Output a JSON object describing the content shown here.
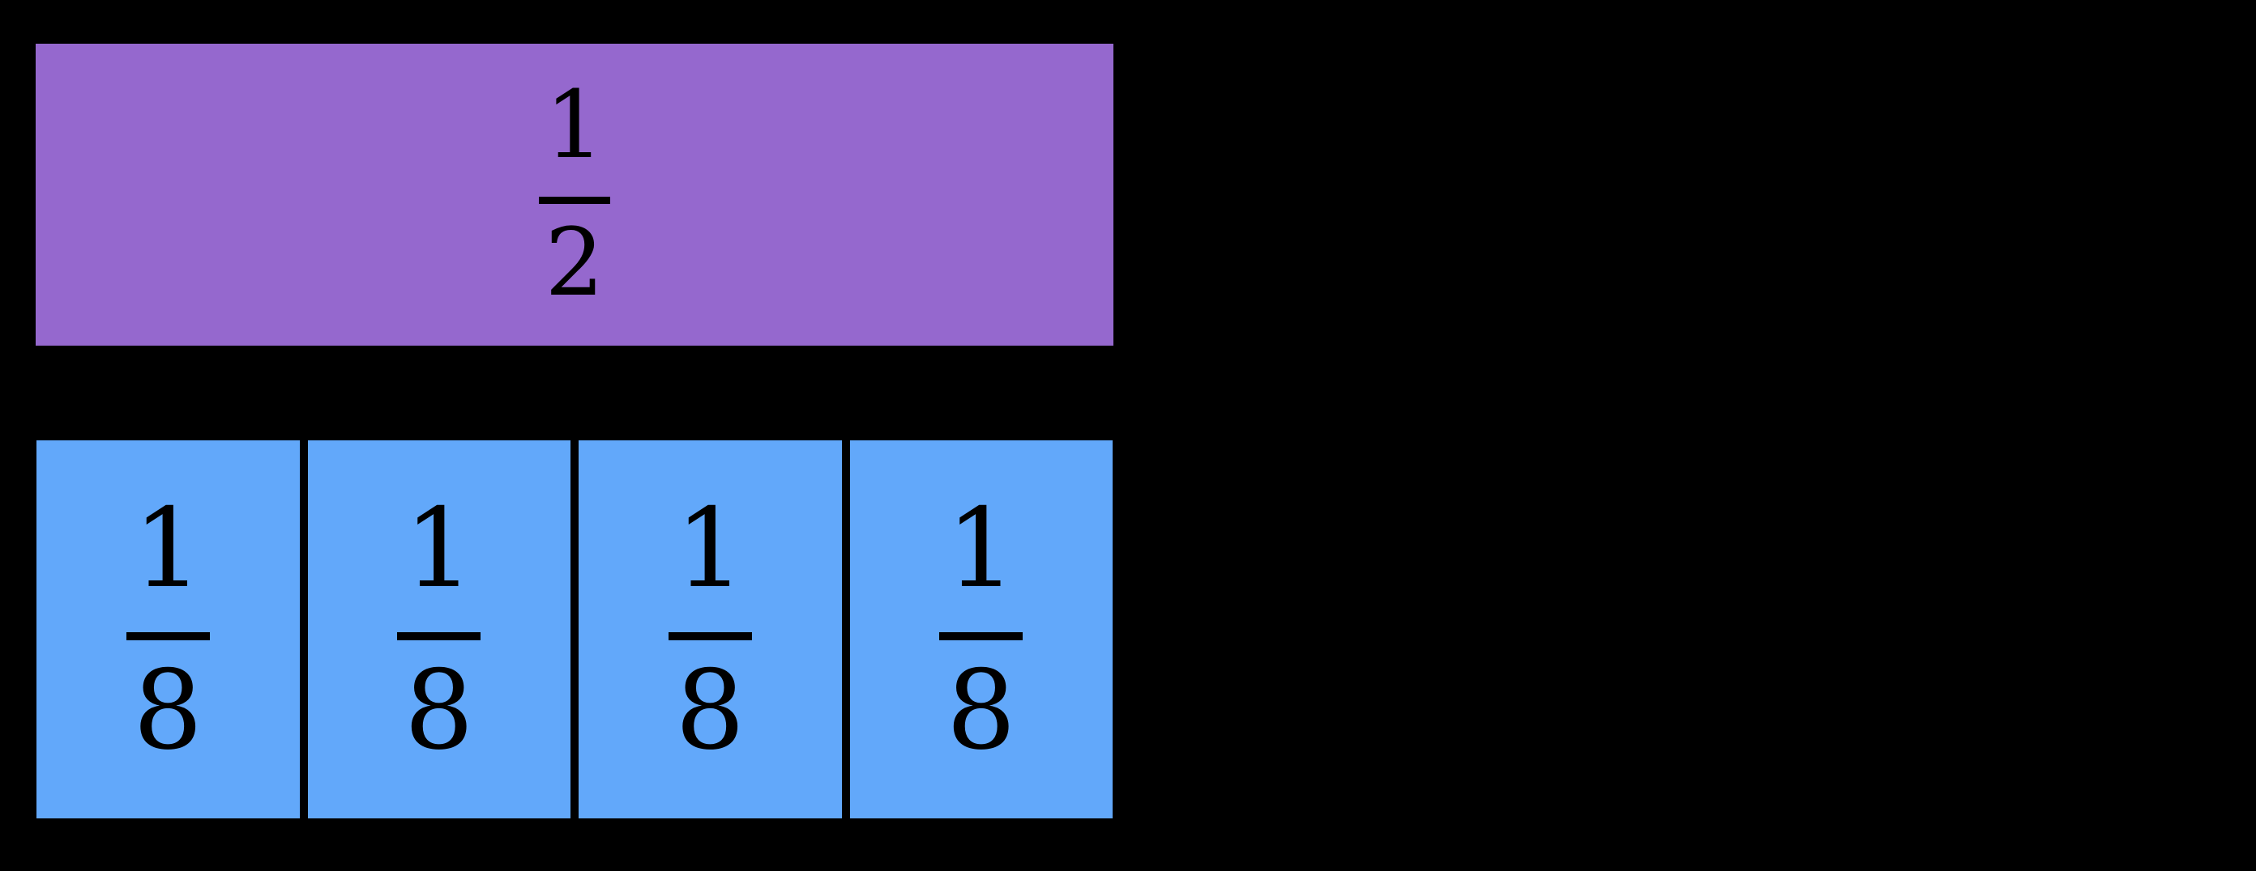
{
  "figure": {
    "description": "Fraction bar model comparing one half with four eighths",
    "background_color": "#000000",
    "label_color": "#000000",
    "half_bar": {
      "color": "#9568ce",
      "value": 0.5,
      "fraction": {
        "numerator": "1",
        "denominator": "2"
      }
    },
    "eighth_row": {
      "color": "#62a8fa",
      "cell_value": 0.125,
      "cells": [
        {
          "numerator": "1",
          "denominator": "8"
        },
        {
          "numerator": "1",
          "denominator": "8"
        },
        {
          "numerator": "1",
          "denominator": "8"
        },
        {
          "numerator": "1",
          "denominator": "8"
        }
      ]
    }
  }
}
